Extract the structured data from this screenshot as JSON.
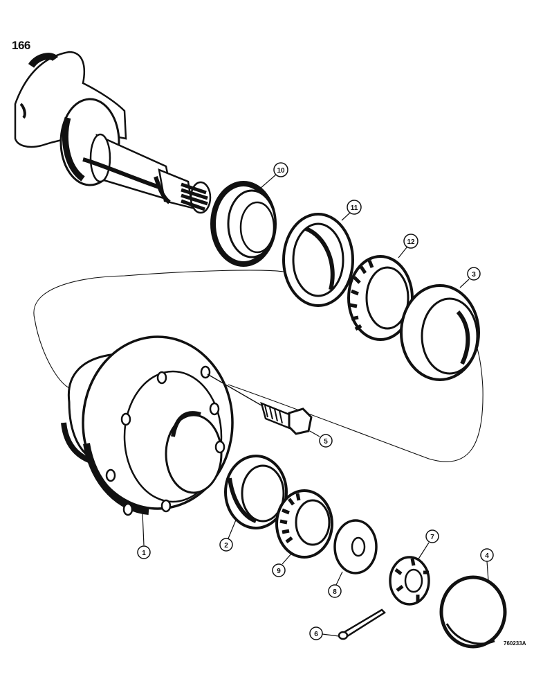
{
  "page_number": "166",
  "figure_ref": "760233A",
  "callouts": [
    {
      "id": "c1",
      "label": "1"
    },
    {
      "id": "c2",
      "label": "2"
    },
    {
      "id": "c3",
      "label": "3"
    },
    {
      "id": "c4",
      "label": "4"
    },
    {
      "id": "c5",
      "label": "5"
    },
    {
      "id": "c6",
      "label": "6"
    },
    {
      "id": "c7",
      "label": "7"
    },
    {
      "id": "c8",
      "label": "8"
    },
    {
      "id": "c9",
      "label": "9"
    },
    {
      "id": "c10",
      "label": "10"
    },
    {
      "id": "c11",
      "label": "11"
    },
    {
      "id": "c12",
      "label": "12"
    }
  ],
  "colors": {
    "ink": "#111111",
    "paper": "#ffffff"
  }
}
